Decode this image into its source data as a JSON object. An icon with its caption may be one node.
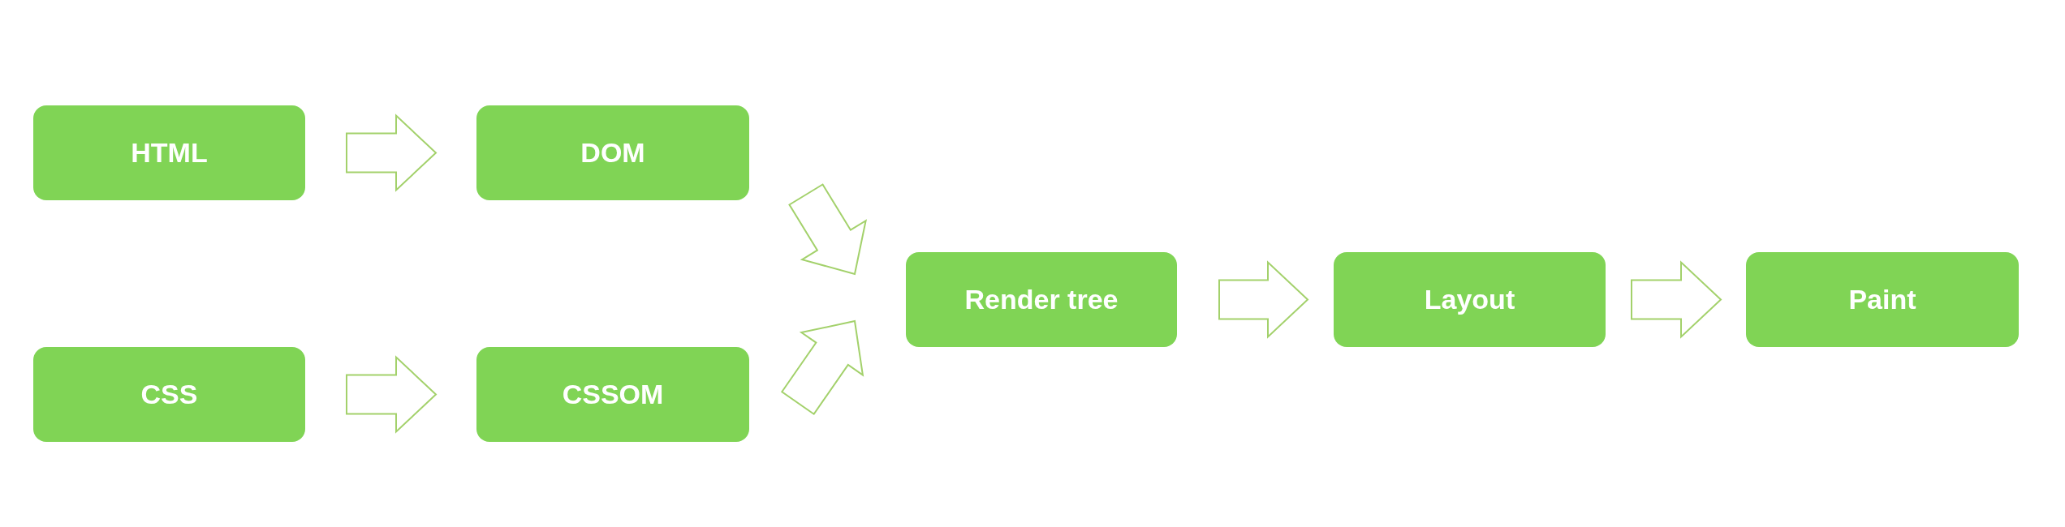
{
  "diagram": {
    "nodes": [
      {
        "text": [
          "HTML"
        ]
      },
      {
        "text": [
          "DOM"
        ]
      },
      {
        "text": [
          "CSS"
        ]
      },
      {
        "text": [
          "CSSOM"
        ]
      },
      {
        "text": [
          "Render tree"
        ]
      },
      {
        "text": [
          "Layout"
        ]
      },
      {
        "text": [
          "Paint"
        ]
      }
    ],
    "edges": [
      {
        "from": 0,
        "to": 1,
        "arrow": "to"
      },
      {
        "from": 2,
        "to": 3,
        "arrow": "to"
      },
      {
        "from": 1,
        "to": 4,
        "arrow": "to"
      },
      {
        "from": 3,
        "to": 4,
        "arrow": "to"
      },
      {
        "from": 4,
        "to": 5,
        "arrow": "to"
      },
      {
        "from": 5,
        "to": 6,
        "arrow": "to"
      }
    ]
  }
}
